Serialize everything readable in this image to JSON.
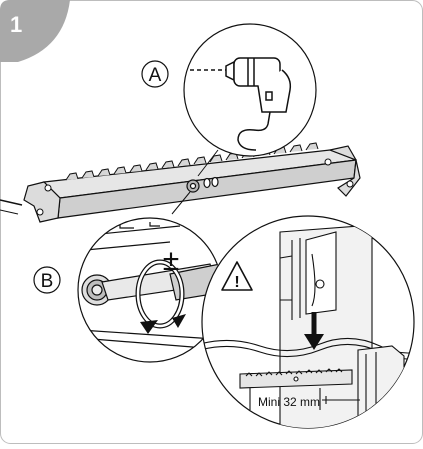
{
  "step": {
    "number": "1"
  },
  "callouts": {
    "a_label": "A",
    "b_label": "B",
    "tolerance_symbol": "±",
    "warning_symbol": "!"
  },
  "measurement": {
    "text": "Mini 32 mm"
  },
  "colors": {
    "step_badge": "#a9a9a9",
    "step_text": "#ffffff",
    "line": "#111111",
    "metal_light": "#e4e4e4",
    "metal_mid": "#c9c9c9",
    "metal_dark": "#9a9a9a",
    "background": "#ffffff"
  },
  "icons": [
    "drill-icon",
    "warning-triangle-icon",
    "rotate-arrow-icon",
    "down-arrow-icon"
  ]
}
